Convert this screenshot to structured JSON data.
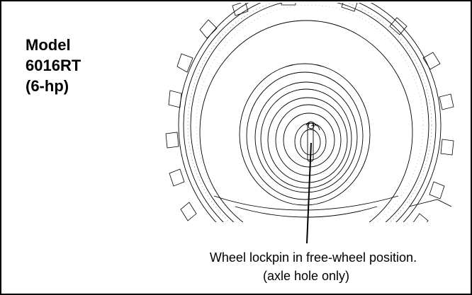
{
  "figure": {
    "model_lines": [
      "Model",
      "6016RT",
      "(6-hp)"
    ],
    "caption_line1": "Wheel lockpin in free-wheel position.",
    "caption_line2": "(axle hole only)"
  }
}
